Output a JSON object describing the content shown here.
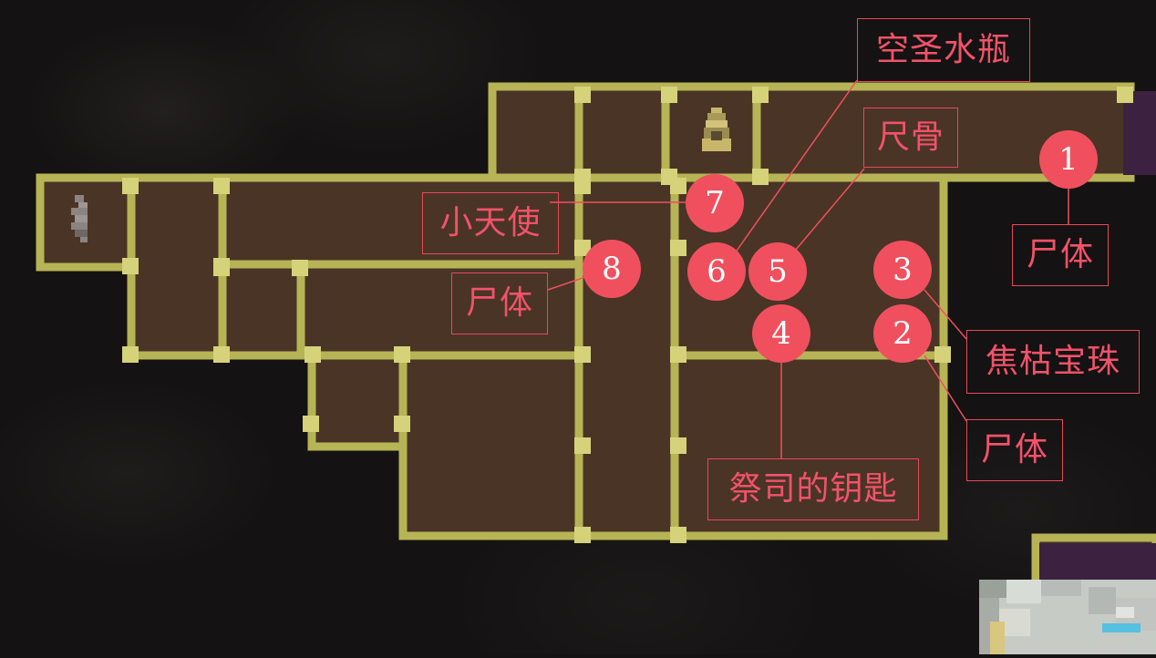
{
  "map": {
    "colors": {
      "room_floor": "#4a3426",
      "room_wall": "#b7b455",
      "wall_highlight": "#d6d27a",
      "purple_room": "#3c2140",
      "background": "#141212",
      "annotation": "#f0505e"
    },
    "icons": [
      "stairs-icon",
      "shrine-idol-icon"
    ]
  },
  "markers": [
    {
      "id": "1",
      "label": "尸体"
    },
    {
      "id": "2",
      "label": "尸体"
    },
    {
      "id": "3",
      "label": "焦枯宝珠"
    },
    {
      "id": "4",
      "label": "祭司的钥匙"
    },
    {
      "id": "5",
      "label": "尺骨"
    },
    {
      "id": "6",
      "label": "空圣水瓶"
    },
    {
      "id": "7",
      "label": "小天使"
    },
    {
      "id": "8",
      "label": "尸体"
    }
  ]
}
